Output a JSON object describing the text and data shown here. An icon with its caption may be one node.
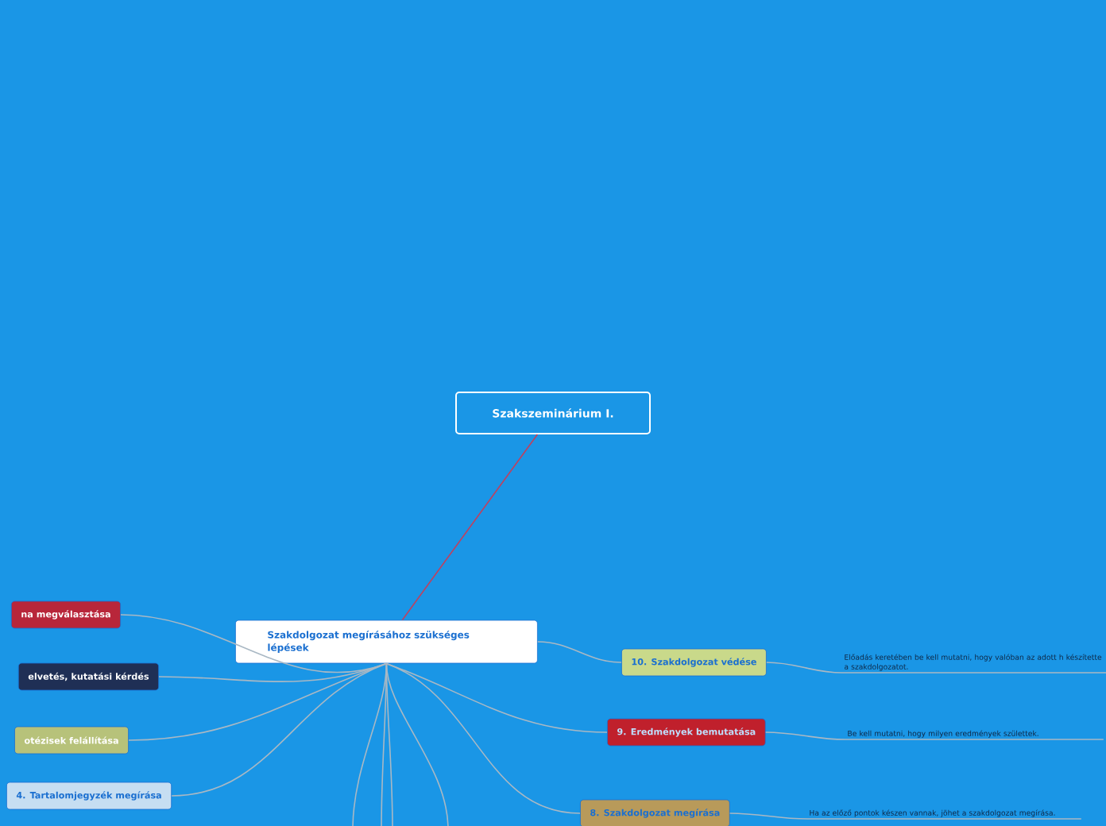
{
  "diagram": {
    "nodes": [
      {
        "text": [
          "Szakszeminárium I."
        ]
      },
      {
        "text": [
          "Szakdolgozat megírásához szükséges lépések"
        ]
      },
      {
        "text": [
          "na megválasztása"
        ]
      },
      {
        "text": [
          "elvetés, kutatási kérdés"
        ]
      },
      {
        "text": [
          "otézisek felállítása"
        ]
      },
      {
        "text": [
          "4. Tartalomjegyzék megírása"
        ]
      },
      {
        "text": [
          "10. Szakdolgozat védése"
        ]
      },
      {
        "text": [
          "9. Eredmények bemutatása"
        ]
      },
      {
        "text": [
          "8. Szakdolgozat megírása"
        ]
      },
      {
        "text": [
          "Előadás keretében be kell mutatni, hogy valóban az adott h készítette a szakdolgozatot."
        ]
      },
      {
        "text": [
          "Be kell mutatni, hogy milyen eredmények születtek."
        ]
      },
      {
        "text": [
          "Ha az előző pontok készen vannak, jöhet a szakdolgozat megírása."
        ]
      }
    ],
    "edges": [
      {
        "from": 0,
        "to": 1,
        "arrow": "none",
        "color": "#c0405e"
      },
      {
        "from": 1,
        "to": 2,
        "arrow": "none"
      },
      {
        "from": 1,
        "to": 3,
        "arrow": "none"
      },
      {
        "from": 1,
        "to": 4,
        "arrow": "none"
      },
      {
        "from": 1,
        "to": 5,
        "arrow": "none"
      },
      {
        "from": 1,
        "to": 6,
        "arrow": "none"
      },
      {
        "from": 1,
        "to": 7,
        "arrow": "none"
      },
      {
        "from": 1,
        "to": 8,
        "arrow": "none"
      },
      {
        "from": 1,
        "to": null,
        "arrow": "none"
      },
      {
        "from": 1,
        "to": null,
        "arrow": "none"
      },
      {
        "from": 1,
        "to": null,
        "arrow": "none"
      },
      {
        "from": 1,
        "to": null,
        "arrow": "none"
      },
      {
        "from": 6,
        "to": 9,
        "arrow": "none"
      },
      {
        "from": 7,
        "to": 10,
        "arrow": "none"
      },
      {
        "from": 8,
        "to": 11,
        "arrow": "none"
      }
    ]
  }
}
